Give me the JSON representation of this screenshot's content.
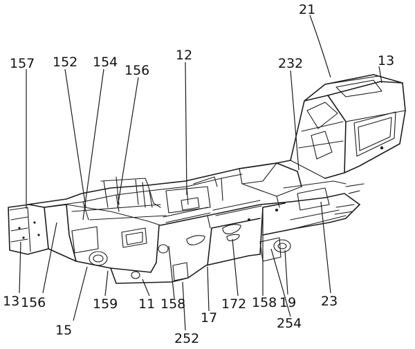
{
  "labels": {
    "l21": "21",
    "l13_top": "13",
    "l232": "232",
    "l157": "157",
    "l152": "152",
    "l154": "154",
    "l156_top": "156",
    "l12": "12",
    "l13_bottom": "13",
    "l156_bottom": "156",
    "l15": "15",
    "l159": "159",
    "l11": "11",
    "l158_left": "158",
    "l252": "252",
    "l17": "17",
    "l172": "172",
    "l158_right": "158",
    "l19": "19",
    "l254": "254",
    "l23": "23"
  }
}
